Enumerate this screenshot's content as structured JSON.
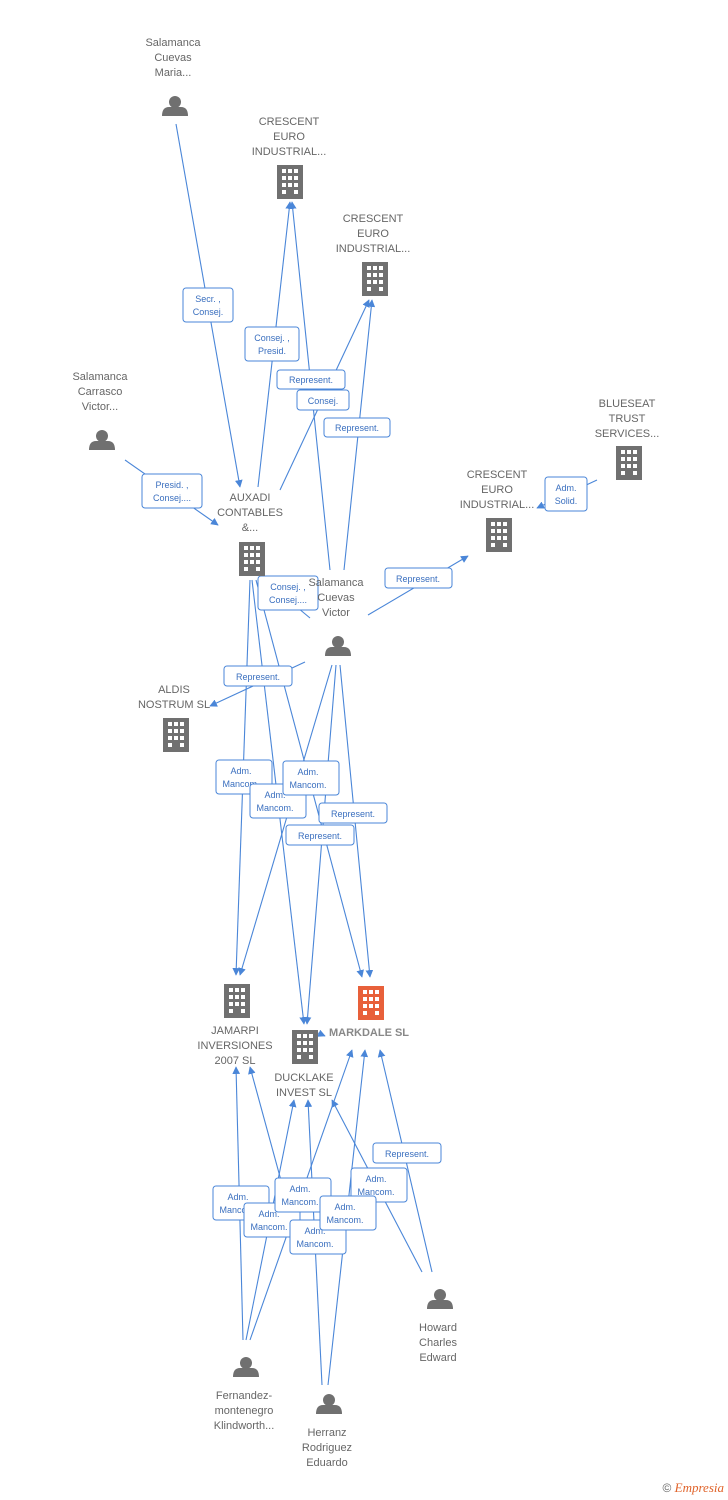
{
  "colors": {
    "edge": "#4a86d8",
    "node_gray": "#707070",
    "node_highlight": "#e8603a"
  },
  "nodes": [
    {
      "id": "salamanca_cuevas_maria",
      "type": "person",
      "lines": [
        "Salamanca",
        "Cuevas",
        "Maria..."
      ]
    },
    {
      "id": "crescent_1",
      "type": "company",
      "lines": [
        "CRESCENT",
        "EURO",
        "INDUSTRIAL..."
      ]
    },
    {
      "id": "crescent_2",
      "type": "company",
      "lines": [
        "CRESCENT",
        "EURO",
        "INDUSTRIAL..."
      ]
    },
    {
      "id": "salamanca_carrasco_victor",
      "type": "person",
      "lines": [
        "Salamanca",
        "Carrasco",
        "Victor..."
      ]
    },
    {
      "id": "blueseat",
      "type": "company",
      "lines": [
        "BLUESEAT",
        "TRUST",
        "SERVICES..."
      ]
    },
    {
      "id": "crescent_3",
      "type": "company",
      "lines": [
        "CRESCENT",
        "EURO",
        "INDUSTRIAL..."
      ]
    },
    {
      "id": "auxadi",
      "type": "company",
      "lines": [
        "AUXADI",
        "CONTABLES",
        "&..."
      ]
    },
    {
      "id": "salamanca_cuevas_victor",
      "type": "person",
      "lines": [
        "Salamanca",
        "Cuevas",
        "Victor"
      ]
    },
    {
      "id": "aldis",
      "type": "company",
      "lines": [
        "ALDIS",
        "NOSTRUM SL"
      ]
    },
    {
      "id": "jamarpi",
      "type": "company",
      "lines": [
        "JAMARPI",
        "INVERSIONES",
        "2007 SL"
      ]
    },
    {
      "id": "markdale",
      "type": "company",
      "main": true,
      "lines": [
        "MARKDALE SL"
      ]
    },
    {
      "id": "ducklake",
      "type": "company",
      "lines": [
        "DUCKLAKE",
        "INVEST SL"
      ]
    },
    {
      "id": "howard",
      "type": "person",
      "lines": [
        "Howard",
        "Charles",
        "Edward"
      ]
    },
    {
      "id": "fernandez",
      "type": "person",
      "lines": [
        "Fernandez-",
        "montenegro",
        "Klindworth..."
      ]
    },
    {
      "id": "herranz",
      "type": "person",
      "lines": [
        "Herranz",
        "Rodriguez",
        "Eduardo"
      ]
    }
  ],
  "edges": [
    {
      "id": "e1",
      "lines": [
        "Secr. ,",
        "Consej."
      ]
    },
    {
      "id": "e2",
      "lines": [
        "Consej. ,",
        "Presid."
      ]
    },
    {
      "id": "e3",
      "lines": [
        "Represent."
      ]
    },
    {
      "id": "e4",
      "lines": [
        "Consej."
      ]
    },
    {
      "id": "e5",
      "lines": [
        "Represent."
      ]
    },
    {
      "id": "e6",
      "lines": [
        "Presid. ,",
        "Consej...."
      ]
    },
    {
      "id": "e7",
      "lines": [
        "Adm.",
        "Solid."
      ]
    },
    {
      "id": "e8",
      "lines": [
        "Represent."
      ]
    },
    {
      "id": "e9",
      "lines": [
        "Consej. ,",
        "Consej...."
      ]
    },
    {
      "id": "e10",
      "lines": [
        "Represent."
      ]
    },
    {
      "id": "e11",
      "lines": [
        "Adm.",
        "Mancom."
      ]
    },
    {
      "id": "e12",
      "lines": [
        "Adm.",
        "Mancom."
      ]
    },
    {
      "id": "e13",
      "lines": [
        "Adm.",
        "Mancom."
      ]
    },
    {
      "id": "e14",
      "lines": [
        "Represent."
      ]
    },
    {
      "id": "e15",
      "lines": [
        "Represent."
      ]
    },
    {
      "id": "e16",
      "lines": [
        "Represent."
      ]
    },
    {
      "id": "e17",
      "lines": [
        "Adm.",
        "Mancom."
      ]
    },
    {
      "id": "e18",
      "lines": [
        "Adm.",
        "Mancom."
      ]
    },
    {
      "id": "e19",
      "lines": [
        "Adm.",
        "Mancom."
      ]
    },
    {
      "id": "e20",
      "lines": [
        "Adm.",
        "Mancom."
      ]
    },
    {
      "id": "e21",
      "lines": [
        "Adm.",
        "Mancom."
      ]
    },
    {
      "id": "e22",
      "lines": [
        "Adm.",
        "Mancom."
      ]
    }
  ],
  "footer": {
    "copyright": "©",
    "brand": "Empresia"
  }
}
